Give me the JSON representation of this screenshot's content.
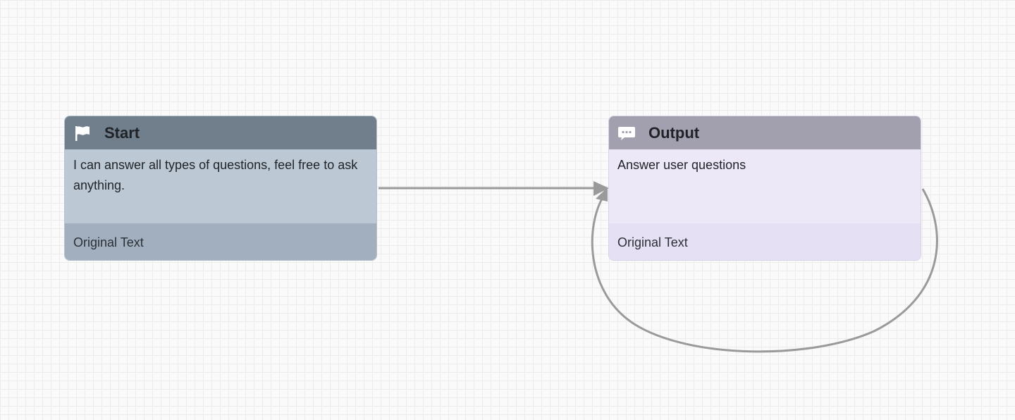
{
  "colors": {
    "start_header": "#717e8b",
    "start_body": "#bcc8d3",
    "start_footer": "#a2afbf",
    "output_header": "#a29fae",
    "output_body": "#ede8f7",
    "output_footer": "#e5e0f3",
    "edge": "#9a9a9a"
  },
  "nodes": {
    "start": {
      "icon": "flag-icon",
      "title": "Start",
      "text": "I can answer all types of questions, feel free to ask anything.",
      "footer": "Original Text"
    },
    "output": {
      "icon": "chat-bubble-icon",
      "title": "Output",
      "text": "Answer user questions",
      "footer": "Original Text"
    }
  },
  "edges": [
    {
      "from": "start",
      "to": "output"
    },
    {
      "from": "output",
      "to": "output"
    }
  ]
}
